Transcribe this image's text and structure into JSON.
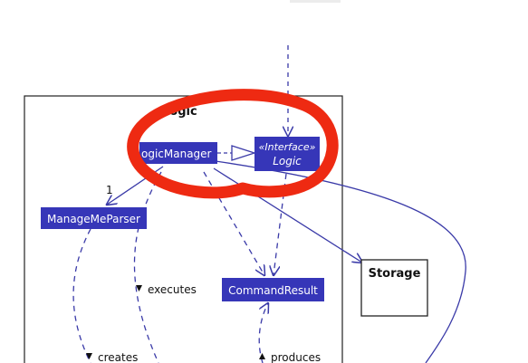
{
  "package": {
    "title": "Logic"
  },
  "classes": {
    "logic_manager": {
      "label": "ogicManager"
    },
    "logic_interface": {
      "stereotype": "«Interface»",
      "name": "Logic"
    },
    "parser": {
      "label": "ManageMeParser"
    },
    "command_result": {
      "label": "CommandResult"
    },
    "storage": {
      "label": "Storage"
    }
  },
  "relations": {
    "multiplicity": "1",
    "executes": "executes",
    "creates": "creates",
    "produces": "produces"
  },
  "colors": {
    "class_fill": "#3636b8",
    "class_text": "#ffffff",
    "edge": "#3a3aa8",
    "highlight": "#ee2a12",
    "package_border": "#222222"
  }
}
